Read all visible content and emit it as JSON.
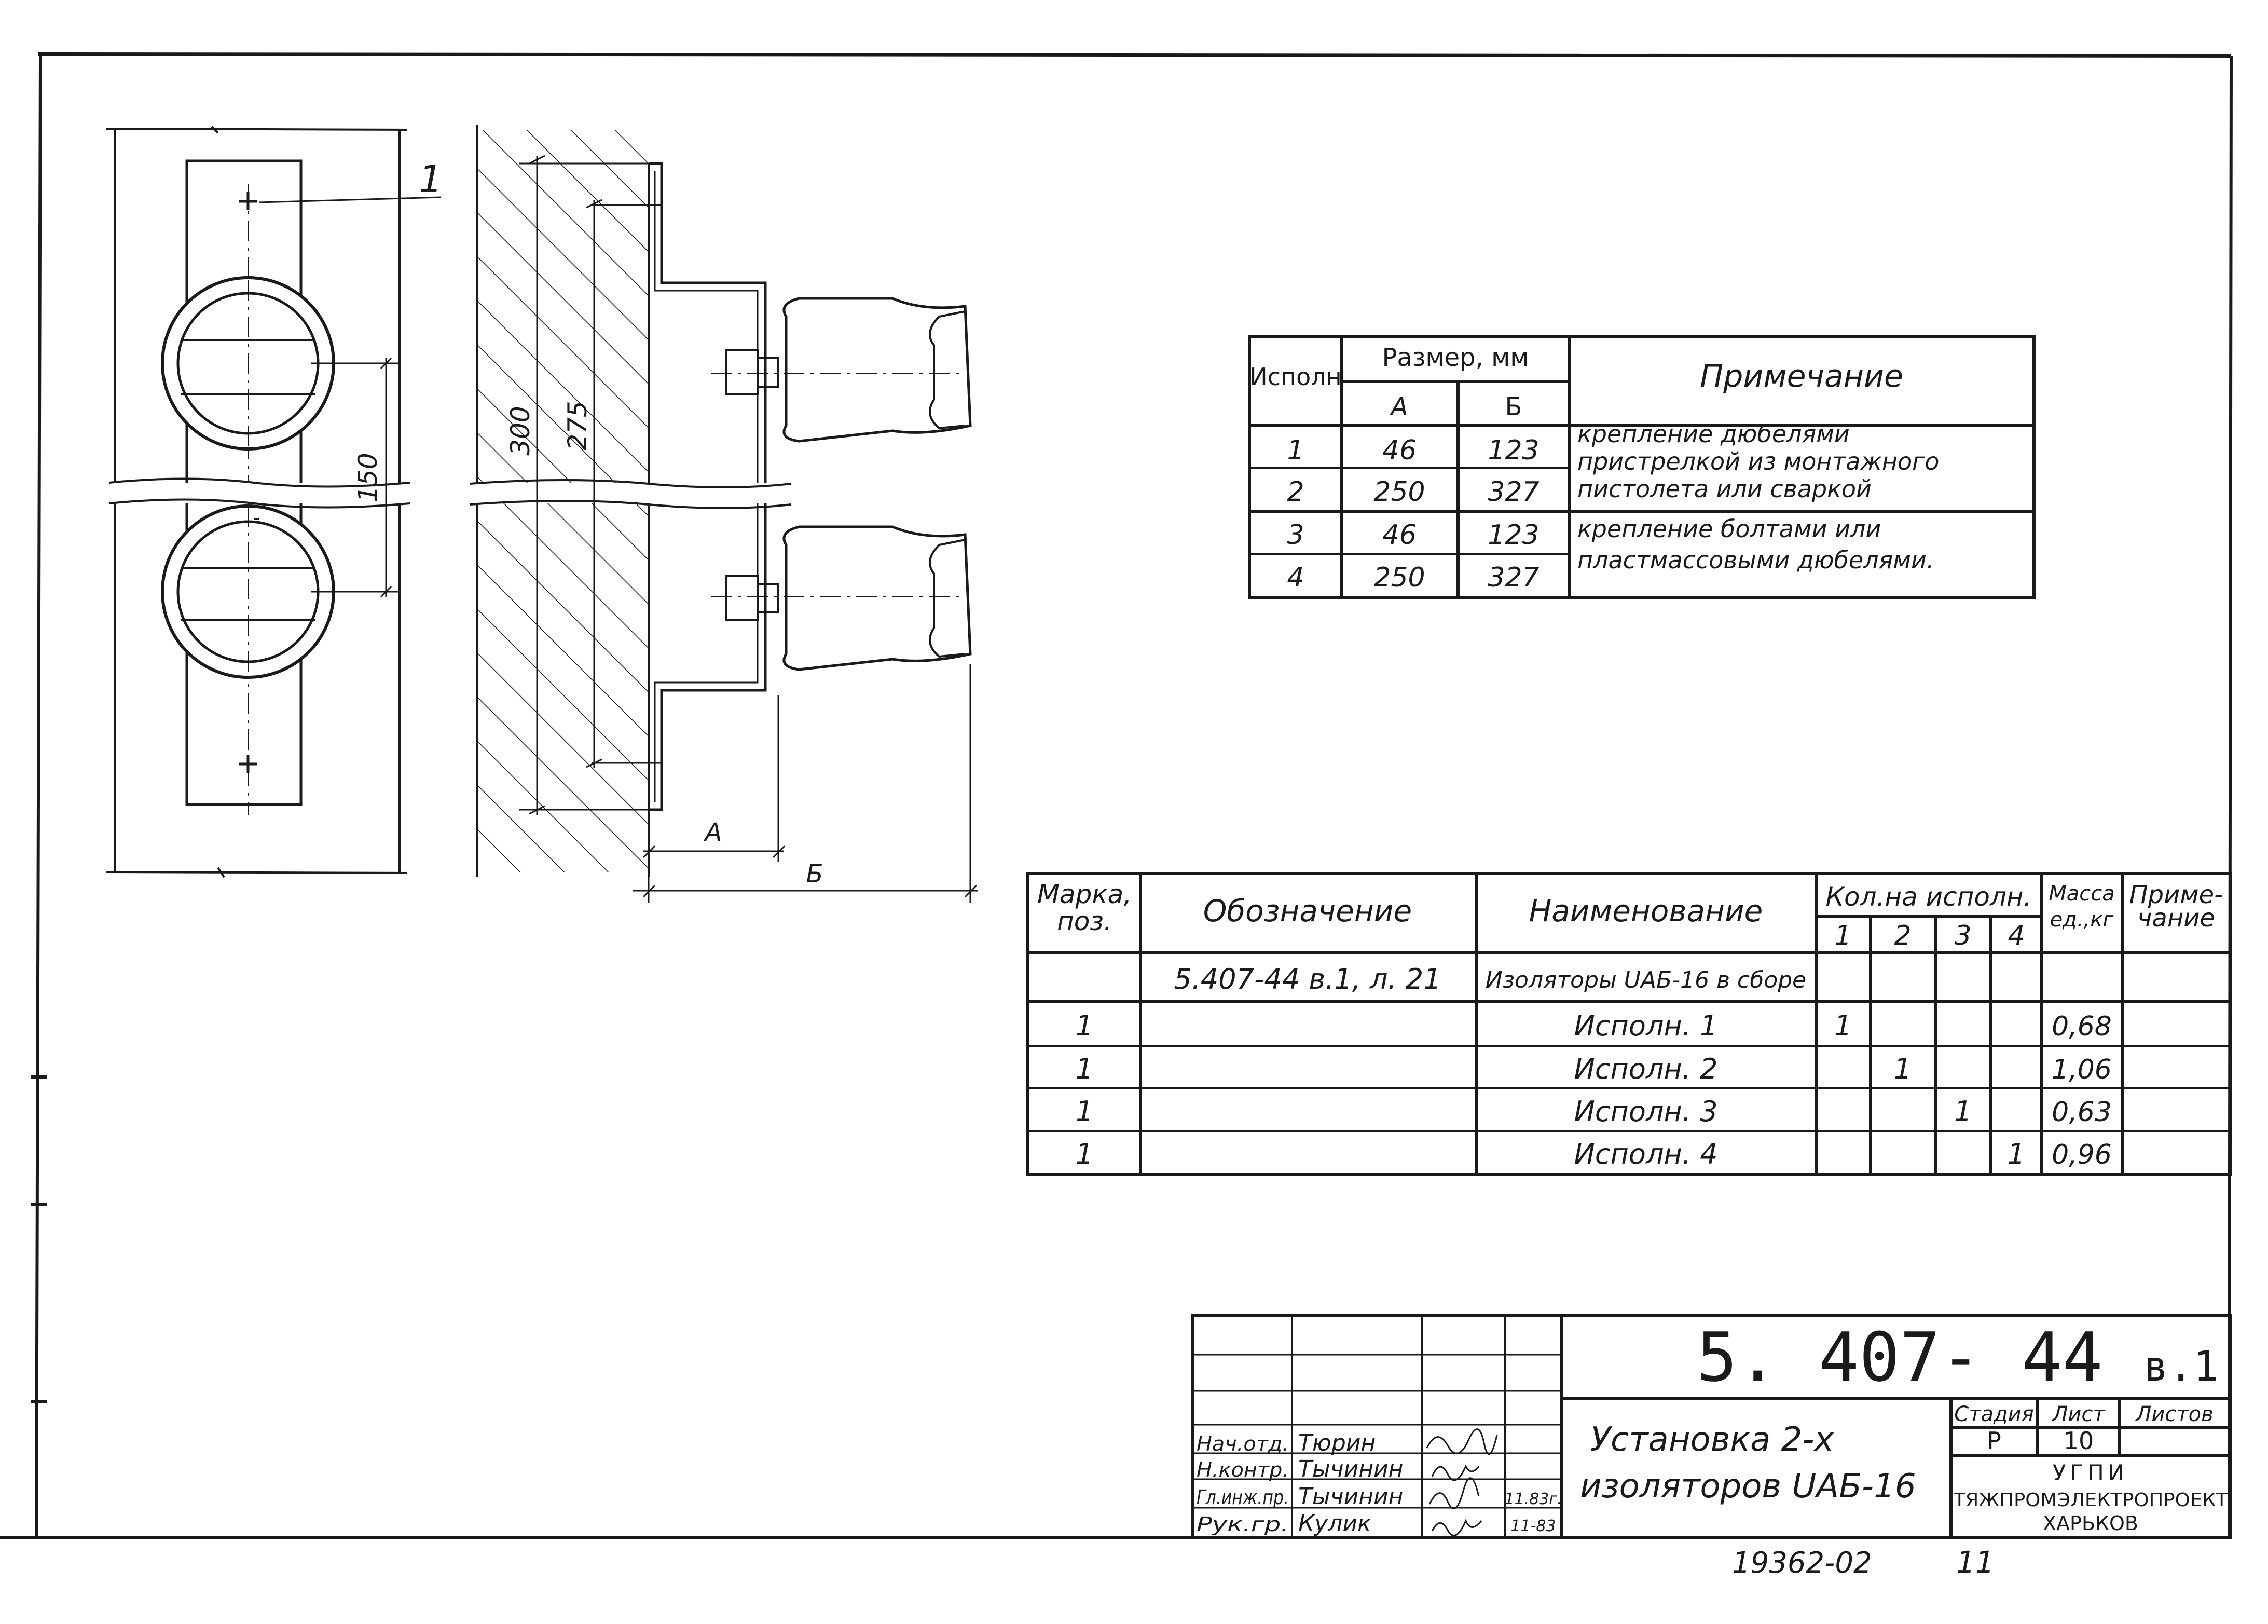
{
  "drawing": {
    "leader_position": "1",
    "dim_150": "150",
    "dim_300": "300",
    "dim_275": "275",
    "dim_a": "А",
    "dim_b": "Б"
  },
  "variant_table": {
    "headers": {
      "variant": "Исполн",
      "size": "Размер, мм",
      "a": "А",
      "b": "Б",
      "note": "Примечание"
    },
    "rows": [
      {
        "n": "1",
        "a": "46",
        "b": "123"
      },
      {
        "n": "2",
        "a": "250",
        "b": "327"
      },
      {
        "n": "3",
        "a": "46",
        "b": "123"
      },
      {
        "n": "4",
        "a": "250",
        "b": "327"
      }
    ],
    "note_group_1": [
      "крепление дюбелями",
      "пристрелкой из монтажного",
      "пистолета или сваркой"
    ],
    "note_group_2": [
      "крепление болтами или",
      "пластмассовыми дюбелями."
    ]
  },
  "spec_table": {
    "headers": {
      "mark_line1": "Марка,",
      "mark_line2": "поз.",
      "designation": "Обозначение",
      "name": "Наименование",
      "qty": "Кол.на исполн.",
      "qty_cols": [
        "1",
        "2",
        "3",
        "4"
      ],
      "mass_line1": "Масса",
      "mass_line2": "ед.,кг",
      "note_line1": "Приме-",
      "note_line2": "чание"
    },
    "assembly_row": {
      "designation": "5.407-44 в.1, л. 21",
      "name": "Изоляторы UАБ-16 в сборе"
    },
    "rows": [
      {
        "mark": "1",
        "name": "Исполн. 1",
        "q1": "1",
        "q2": "",
        "q3": "",
        "q4": "",
        "mass": "0,68"
      },
      {
        "mark": "1",
        "name": "Исполн. 2",
        "q1": "",
        "q2": "1",
        "q3": "",
        "q4": "",
        "mass": "1,06"
      },
      {
        "mark": "1",
        "name": "Исполн. 3",
        "q1": "",
        "q2": "",
        "q3": "1",
        "q4": "",
        "mass": "0,63"
      },
      {
        "mark": "1",
        "name": "Исполн. 4",
        "q1": "",
        "q2": "",
        "q3": "",
        "q4": "1",
        "mass": "0,96"
      }
    ]
  },
  "title_block": {
    "doc_number": "5. 407- 44",
    "doc_suffix": "в.1",
    "title_line1": "Установка  2-х",
    "title_line2": "изоляторов  UАБ-16",
    "stage_label": "Стадия",
    "sheet_label": "Лист",
    "sheets_label": "Листов",
    "stage": "Р",
    "sheet": "10",
    "org_line1": "УГПИ",
    "org_line2": "ТЯЖПРОМЭЛЕКТРОПРОЕКТ",
    "org_line3": "ХАРЬКОВ",
    "signers": [
      {
        "role": "Нач.отд.",
        "name": "Тюрин",
        "date": ""
      },
      {
        "role": "Н.контр.",
        "name": "Тычинин",
        "date": ""
      },
      {
        "role": "Гл.инж.пр.",
        "name": "Тычинин",
        "date": "11.83г."
      },
      {
        "role": "Рук.гр.",
        "name": "Кулик",
        "date": "11-83"
      }
    ]
  },
  "footer": {
    "archive_number": "19362-02",
    "page_number": "11"
  }
}
